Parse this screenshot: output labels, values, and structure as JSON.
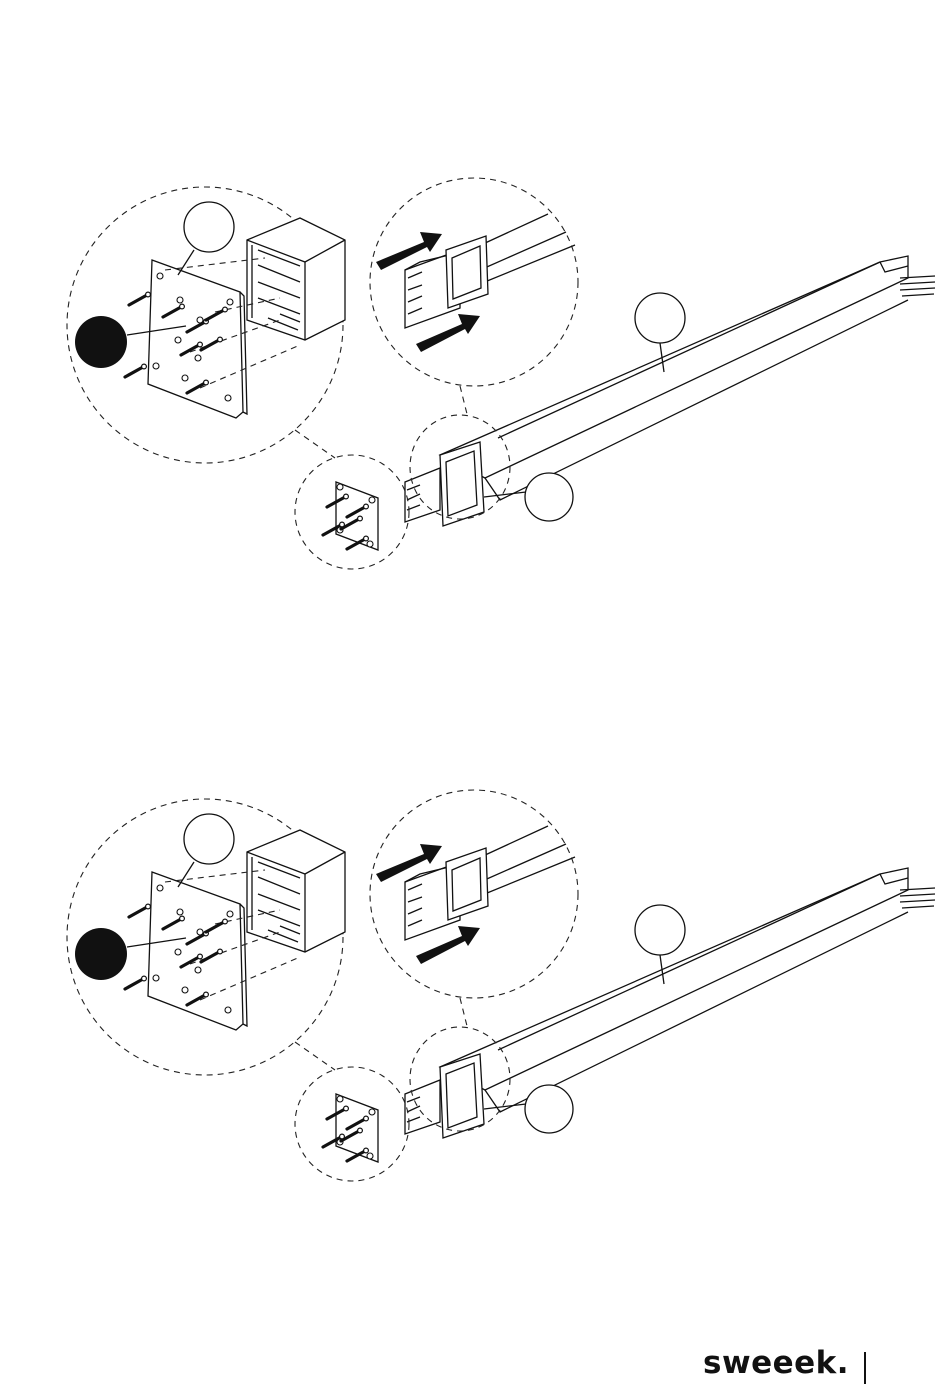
{
  "brand": {
    "wordmark": "sweeek."
  },
  "steps": [
    {
      "id": "upper",
      "callout_fill_color": "#111111"
    },
    {
      "id": "lower",
      "callout_fill_color": "#111111"
    }
  ],
  "icons": {
    "arrow": "push-arrow-icon",
    "screw": "screw-icon"
  }
}
